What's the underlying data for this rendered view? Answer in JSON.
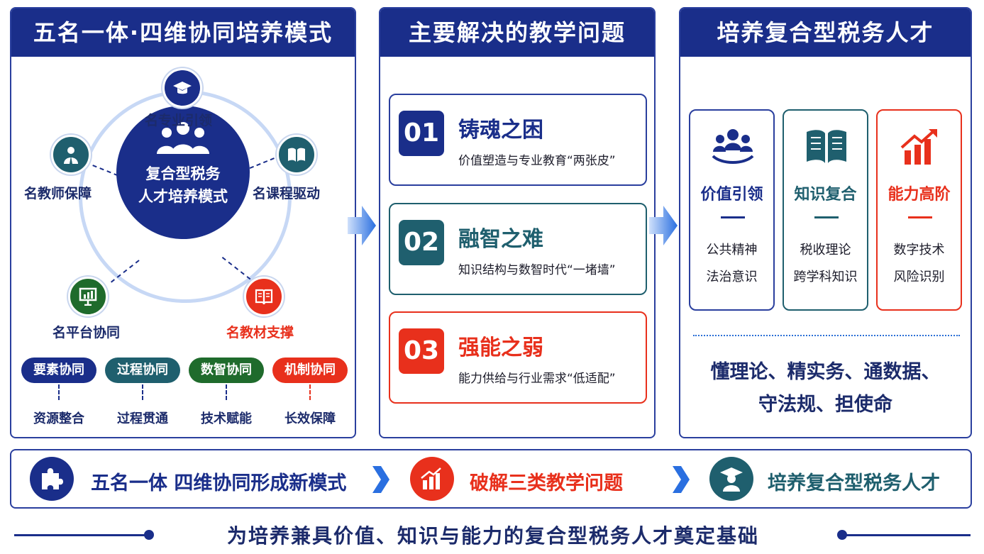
{
  "colors": {
    "navy": "#1a2e8a",
    "teal": "#1f5f6e",
    "green": "#1f6b2c",
    "red": "#e8301c",
    "light_ring": "#c7d8f5"
  },
  "panel1": {
    "title": "五名一体·四维协同培养模式",
    "hub_line1": "复合型税务",
    "hub_line2": "人才培养模式",
    "hub_icon": "group-people-icon",
    "nodes": [
      {
        "label": "名专业引领",
        "icon": "graduation-cap-icon"
      },
      {
        "label": "名教师保障",
        "icon": "teacher-icon"
      },
      {
        "label": "名课程驱动",
        "icon": "book-icon"
      },
      {
        "label": "名平台协同",
        "icon": "presentation-board-icon"
      },
      {
        "label": "名教材支撑",
        "icon": "open-book-icon"
      }
    ],
    "pills": [
      {
        "label": "要素协同",
        "sub": "资源整合"
      },
      {
        "label": "过程协同",
        "sub": "过程贯通"
      },
      {
        "label": "数智协同",
        "sub": "技术赋能"
      },
      {
        "label": "机制协同",
        "sub": "长效保障"
      }
    ]
  },
  "panel2": {
    "title": "主要解决的教学问题",
    "problems": [
      {
        "num": "01",
        "title": "铸魂之困",
        "desc": "价值塑造与专业教育“两张皮”"
      },
      {
        "num": "02",
        "title": "融智之难",
        "desc": "知识结构与数智时代“一堵墙”"
      },
      {
        "num": "03",
        "title": "强能之弱",
        "desc": "能力供给与行业需求“低适配”"
      }
    ]
  },
  "panel3": {
    "title": "培养复合型税务人才",
    "cards": [
      {
        "title": "价值引领",
        "line1": "公共精神",
        "line2": "法治意识",
        "icon": "team-icon"
      },
      {
        "title": "知识复合",
        "line1": "税收理论",
        "line2": "跨学科知识",
        "icon": "book-icon"
      },
      {
        "title": "能力高阶",
        "line1": "数字技术",
        "line2": "风险识别",
        "icon": "growth-chart-icon"
      }
    ],
    "summary_line1": "懂理论、精实务、通数据、",
    "summary_line2": "守法规、担使命"
  },
  "bottom_bar": {
    "step1": "五名一体  四维协同形成新模式",
    "step2": "破解三类教学问题",
    "step3": "培养复合型税务人才"
  },
  "footer": "为培养兼具价值、知识与能力的复合型税务人才奠定基础"
}
